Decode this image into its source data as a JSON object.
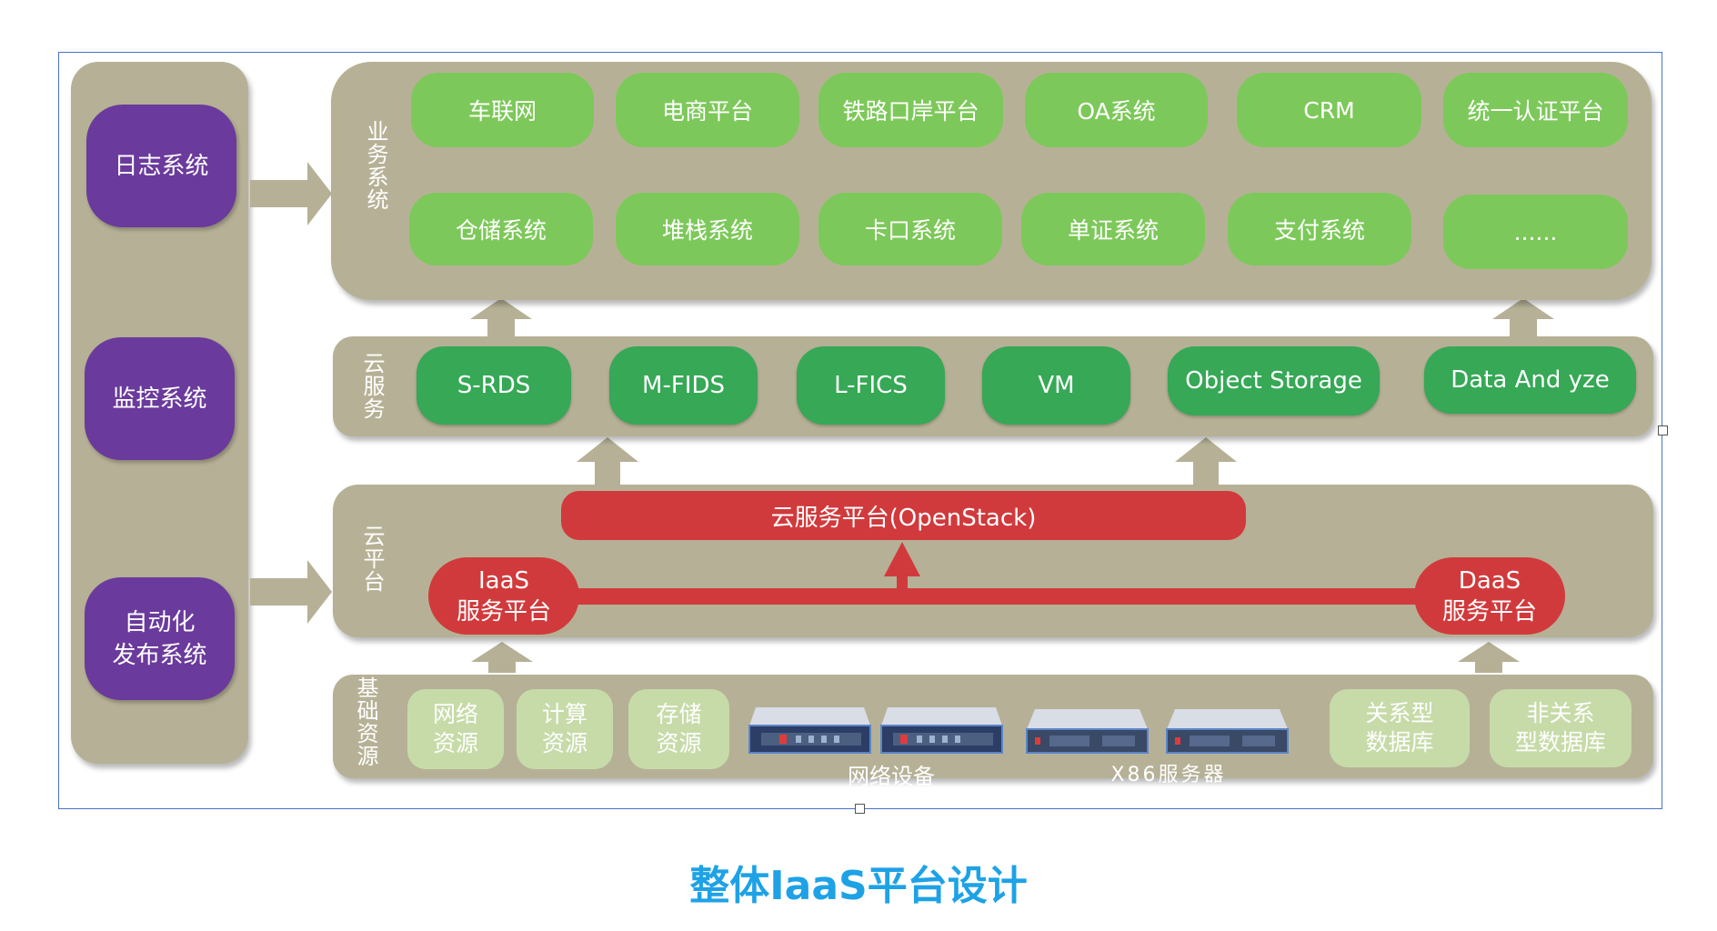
{
  "side_systems": [
    "日志系统",
    "监控系统",
    "自动化\n发布系统"
  ],
  "layers": {
    "business": {
      "label": "业务系统",
      "items": [
        "车联网",
        "电商平台",
        "铁路口岸平台",
        "OA系统",
        "CRM",
        "统一认证平台",
        "仓储系统",
        "堆栈系统",
        "卡口系统",
        "单证系统",
        "支付系统",
        "......"
      ]
    },
    "cloud_services": {
      "label": "云服务",
      "items": [
        "S-RDS",
        "M-FIDS",
        "L-FICS",
        "VM",
        "Object Storage",
        "Data And yze"
      ]
    },
    "cloud_platform": {
      "label": "云平台",
      "openstack": "云服务平台(OpenStack)",
      "iaas": [
        "IaaS",
        "服务平台"
      ],
      "daas": [
        "DaaS",
        "服务平台"
      ]
    },
    "infrastructure": {
      "label": "基础资源",
      "resources": [
        "网络\n资源",
        "计算\n资源",
        "存储\n资源"
      ],
      "network_devices_label": "网络设备",
      "x86_servers_label": "X86服务器",
      "databases": [
        "关系型\n数据库",
        "非关系\n型数据库"
      ]
    }
  },
  "title": "整体IaaS平台设计",
  "colors": {
    "panel": "#b6b196",
    "purple": "#6a3a9c",
    "light_green": "#7dc85a",
    "dark_green": "#36a856",
    "pale_green": "#c7dba8",
    "red": "#d13a3c",
    "title": "#1ea2e6"
  }
}
